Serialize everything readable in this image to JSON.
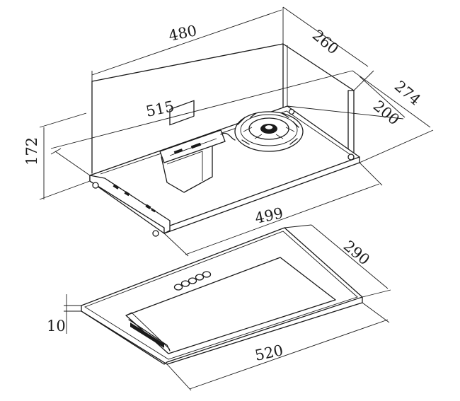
{
  "dimensions": {
    "width_top": "480",
    "depth_top": "260",
    "inner_width": "515",
    "depth_mid": "200",
    "depth_outer": "274",
    "height": "172",
    "body_width": "499",
    "panel_depth": "290",
    "panel_thickness": "10",
    "panel_width": "520"
  }
}
